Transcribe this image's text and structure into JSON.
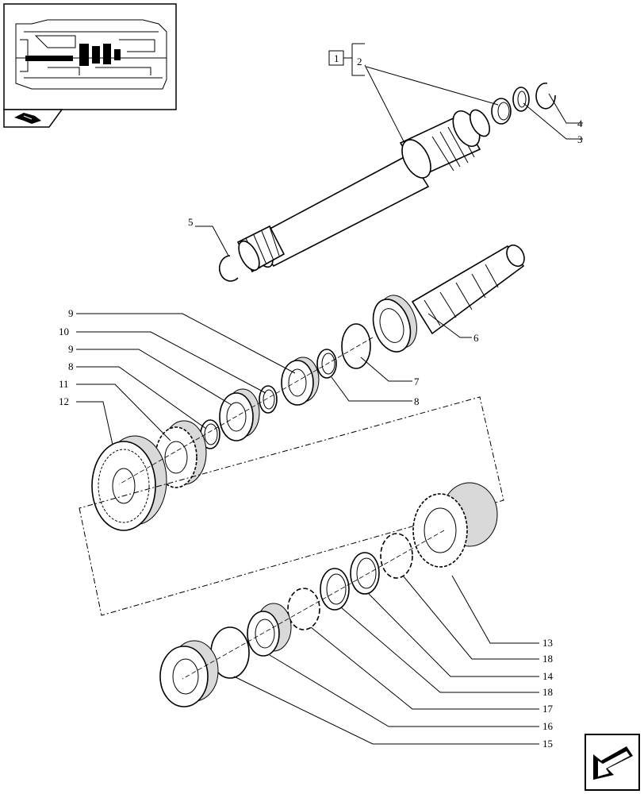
{
  "header": {
    "kit_label": "1",
    "nav_prev_icon": "book-hand-icon",
    "nav_next_icon": "page-arrow-icon"
  },
  "callouts": [
    {
      "id": "c-2",
      "label": "2"
    },
    {
      "id": "c-3",
      "label": "3"
    },
    {
      "id": "c-4",
      "label": "4"
    },
    {
      "id": "c-5",
      "label": "5"
    },
    {
      "id": "c-6",
      "label": "6"
    },
    {
      "id": "c-7",
      "label": "7"
    },
    {
      "id": "c-8a",
      "label": "8"
    },
    {
      "id": "c-8b",
      "label": "8"
    },
    {
      "id": "c-9a",
      "label": "9"
    },
    {
      "id": "c-9b",
      "label": "9"
    },
    {
      "id": "c-10",
      "label": "10"
    },
    {
      "id": "c-11",
      "label": "11"
    },
    {
      "id": "c-12",
      "label": "12"
    },
    {
      "id": "c-13",
      "label": "13"
    },
    {
      "id": "c-14",
      "label": "14"
    },
    {
      "id": "c-15",
      "label": "15"
    },
    {
      "id": "c-16",
      "label": "16"
    },
    {
      "id": "c-17",
      "label": "17"
    },
    {
      "id": "c-18a",
      "label": "18"
    },
    {
      "id": "c-18b",
      "label": "18"
    }
  ]
}
